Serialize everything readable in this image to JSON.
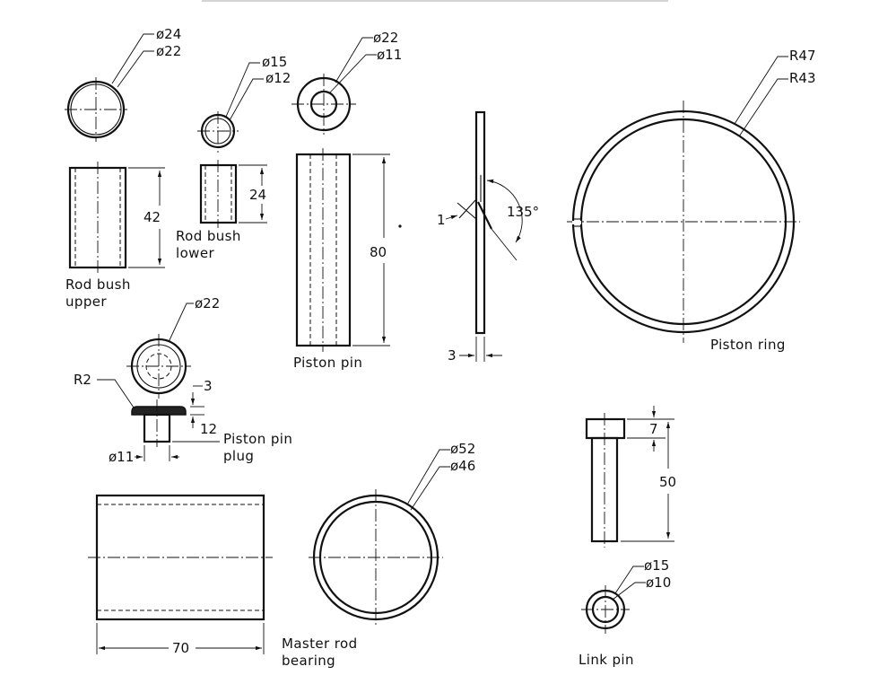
{
  "colors": {
    "line": "#111111",
    "background": "#ffffff"
  },
  "labels": {
    "rod_bush_upper": [
      "Rod bush",
      "upper"
    ],
    "rod_bush_lower": [
      "Rod bush",
      "lower"
    ],
    "piston_pin": "Piston pin",
    "piston_ring": "Piston ring",
    "piston_pin_plug": [
      "Piston pin",
      "plug"
    ],
    "master_rod_bearing": [
      "Master rod",
      "bearing"
    ],
    "link_pin": "Link pin"
  },
  "dims": {
    "rbu_d_outer": "ø24",
    "rbu_d_inner": "ø22",
    "rbu_len": "42",
    "rbl_d_outer": "ø15",
    "rbl_d_inner": "ø12",
    "rbl_len": "24",
    "pp_d_outer": "ø22",
    "pp_d_inner": "ø11",
    "pp_len": "80",
    "ring_angle": "135°",
    "ring_gap": "1",
    "ring_thick": "3",
    "ring_r_outer": "R47",
    "ring_r_inner": "R43",
    "plug_d": "ø22",
    "plug_r": "R2",
    "plug_flange": "3",
    "plug_len": "12",
    "plug_shank": "ø11",
    "mrb_d_outer": "ø52",
    "mrb_d_inner": "ø46",
    "mrb_len": "70",
    "lp_head": "7",
    "lp_len": "50",
    "lp_d_outer": "ø15",
    "lp_d_inner": "ø10"
  }
}
